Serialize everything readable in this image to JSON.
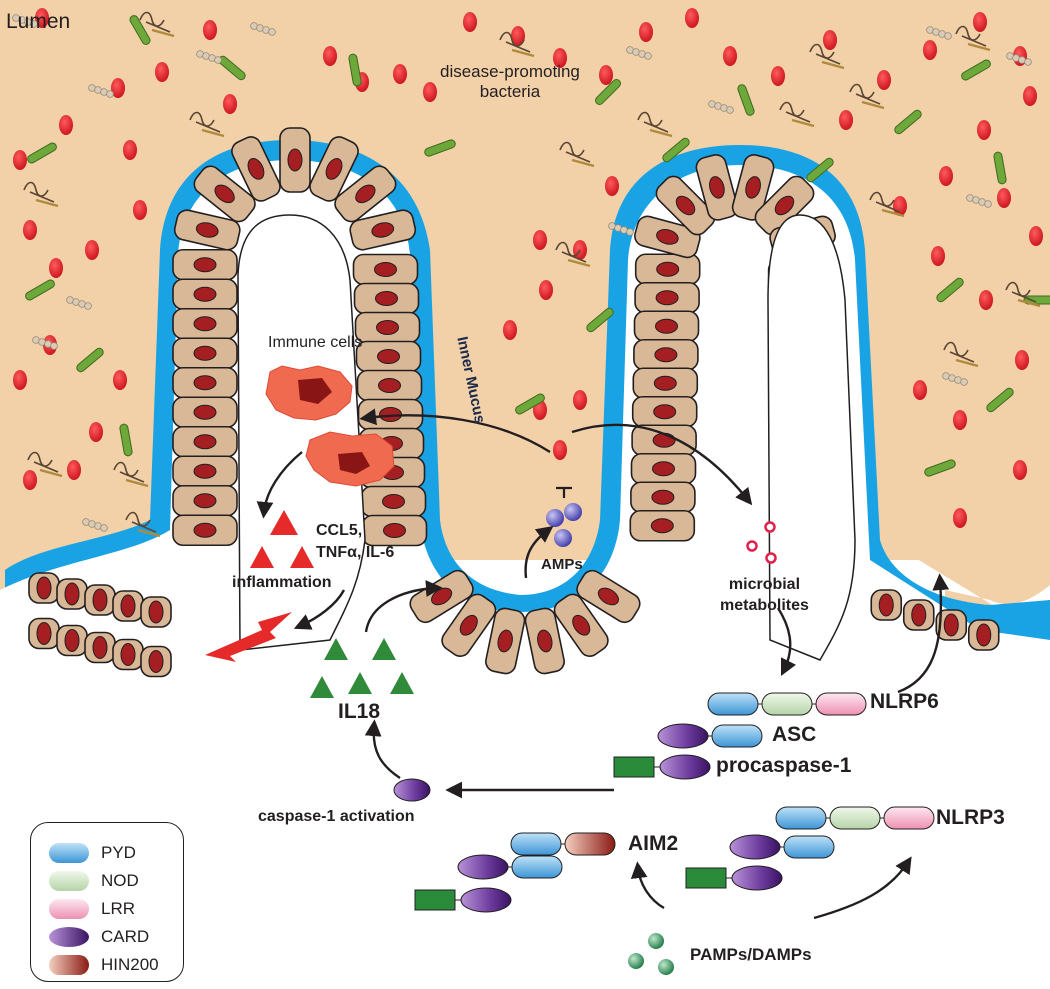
{
  "labels": {
    "lumen": "Lumen",
    "bacteria": "disease-promoting\nbacteria",
    "inner_mucus": "Inner Mucus",
    "immune_cells": "Immune cells",
    "cytokines": "CCL5,\nTNFα, IL-6",
    "inflammation": "inflammation",
    "amps": "AMPs",
    "microbial_metabolites": "microbial\nmetabolites",
    "il18": "IL18",
    "nlrp6": "NLRP6",
    "asc": "ASC",
    "procaspase": "procaspase-1",
    "caspase_activation": "caspase-1 activation",
    "aim2": "AIM2",
    "nlrp3": "NLRP3",
    "pamps": "PAMPs/DAMPs"
  },
  "legend": [
    {
      "label": "PYD",
      "color": "#6ab4e8",
      "dark": "#2b7fc4"
    },
    {
      "label": "NOD",
      "color": "#d7ead0",
      "dark": "#9dbf93"
    },
    {
      "label": "LRR",
      "color": "#f6c4d6",
      "dark": "#e4789e"
    },
    {
      "label": "CARD",
      "color": "#9b6cc0",
      "dark": "#4a1f7a"
    },
    {
      "label": "HIN200",
      "color": "#b0452c",
      "dark": "#7a1512"
    }
  ],
  "colors": {
    "lumen": "#f2d0a8",
    "mucus": "#1aa3e4",
    "cell": "#d8b896",
    "nucleus": "#a41e22",
    "bacteria_red": "#e3202a",
    "il18": "#2f8a3a",
    "cytokine": "#e62a2a",
    "green_rect": "#2a8c3a"
  }
}
